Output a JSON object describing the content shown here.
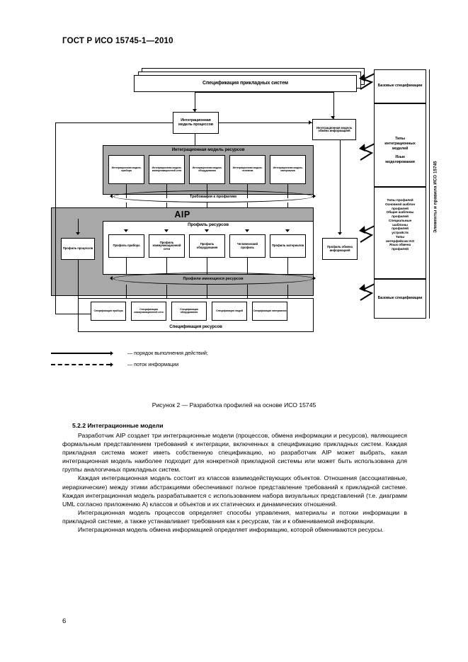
{
  "header": {
    "doc_number": "ГОСТ Р ИСО 15745-1—2010"
  },
  "figure": {
    "app_spec": "Спецификация прикладных систем",
    "process_model": "Интеграционная модель процессов",
    "info_exchange_model": "Интеграционная модель обмена информацией",
    "resource_model_title": "Интеграционная модель ресурсов",
    "resource_models": [
      "Интеграционная модель прибора",
      "Интеграционная модель коммуникационной сети",
      "Интеграционная модель оборудования",
      "Интеграционная модель человека",
      "Интеграционная модель материалов"
    ],
    "profile_requirements": "Требования к профилям",
    "aip_title": "AIP",
    "resource_profile_band": "Профиль ресурсов",
    "process_profile": "Профиль процессов",
    "info_exchange_profile": "Профиль обмена информацией",
    "resource_profiles": [
      "Профиль прибора",
      "Профиль коммуникационной сети",
      "Профиль оборудования",
      "Человеческий профиль",
      "Профиль материалов"
    ],
    "available_resource_profiles": "Профили имеющихся ресурсов",
    "resource_spec_title": "Спецификация ресурсов",
    "resource_specs": [
      "Спецификация прибора",
      "Спецификация коммуникационной сети",
      "Спецификация оборудования",
      "Спецификация людей",
      "Спецификация материалов"
    ],
    "rail": {
      "top_block": "Базовые спецификации",
      "middle_block_lines": [
        "Типы",
        "интеграционных",
        "моделей",
        "",
        "Язык",
        "моделирования"
      ],
      "profiles_block_lines": [
        "Типы профилей",
        "Основной шаблон",
        "профилей",
        "Общие шаблоны",
        "профилей",
        "Специальные",
        "шаблоны",
        "профилей",
        "устройств",
        "Типы",
        "интерфейсов IAS",
        "Язык обмена",
        "профилей"
      ],
      "bottom_block": "Базовые спецификации",
      "side_label": "Элементы и правила ИСО 15745"
    },
    "legend": [
      "— порядок выполнения действий;",
      "— поток информации"
    ],
    "caption": "Рисунок 2 — Разработка профилей на основе ИСО 15745"
  },
  "body": {
    "subhead": "5.2.2  Интеграционные модели",
    "paragraphs": [
      "Разработчик AIP создает три интеграционные модели (процессов, обмена информации и ресурсов), являющиеся формальным представлением требований к интеграции, включенных в спецификацию прикладных систем. Каждая прикладная система может иметь собственную спецификацию, но разработчик AIP может выбрать, какая интеграционная модель наиболее подходит для конкретной прикладной системы или может быть использована для группы аналогичных прикладных систем.",
      "Каждая интеграционная модель состоит из классов взаимодействующих объектов. Отношения (ассоциативные, иерархические) между этими абстракциями обеспечивают полное представление требований к прикладной системе. Каждая интеграционная модель разрабатывается с использованием набора визуальных представлений (т.е. диаграмм UML согласно приложению А) классов и объектов и их статических и динамических отношений.",
      "Интеграционная модель процессов определяет способы управления, материалы и потоки информации в прикладной системе, а также устанавливает требования как к ресурсам, так и к обмениваемой информации.",
      "Интеграционная модель обмена информацией определяет информацию, которой обмениваются ресурсы."
    ]
  },
  "folio": "6"
}
